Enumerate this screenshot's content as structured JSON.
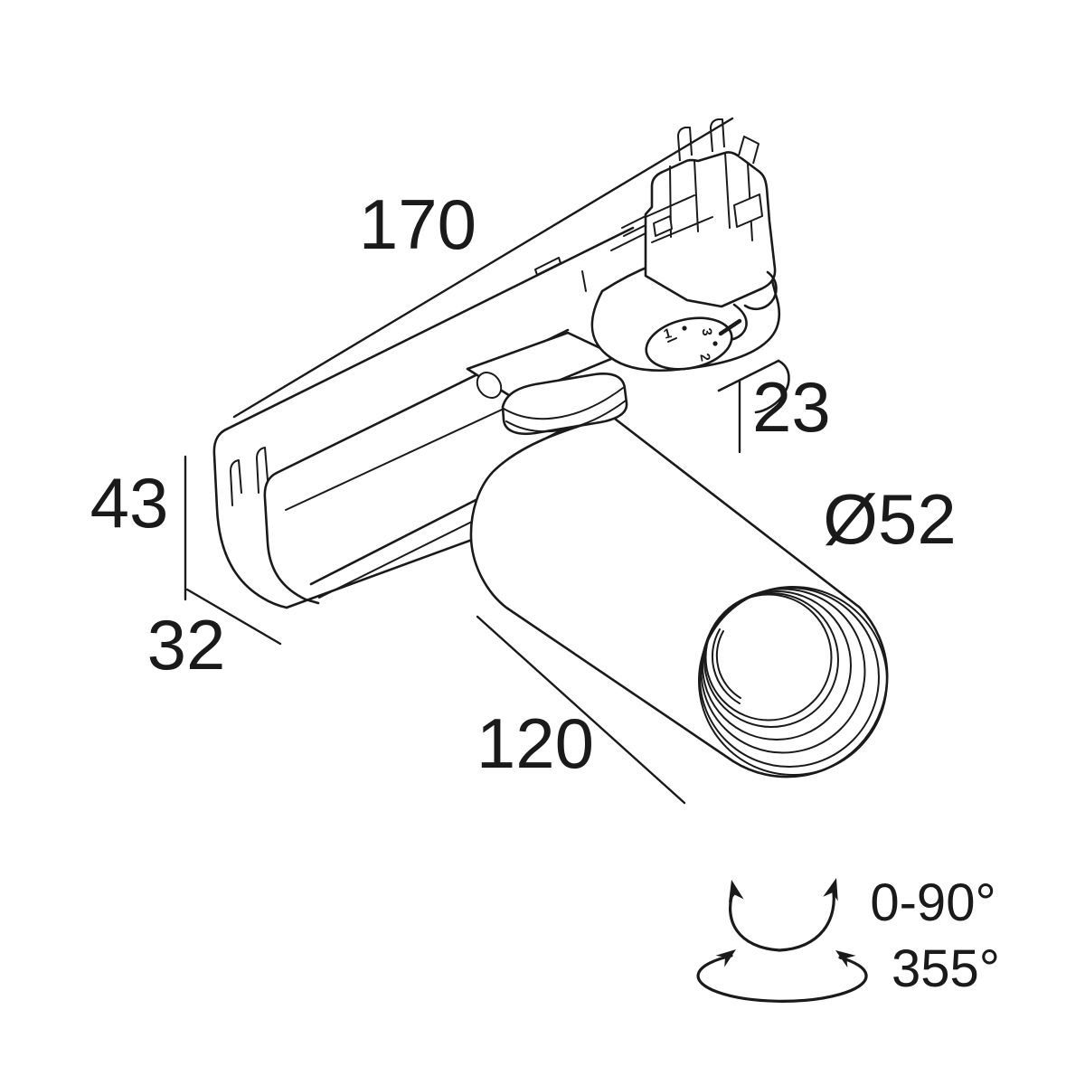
{
  "figure": {
    "type": "technical-dimension-drawing",
    "subject": "track-mounted spotlight luminaire with 3-phase track adapter",
    "background": "#ffffff",
    "line_color": "#1a1a1a"
  },
  "dims": {
    "track_length": "170",
    "housing_height": "43",
    "housing_width": "32",
    "cylinder_length": "120",
    "adapter_height": "23",
    "diameter": "Ø52"
  },
  "rotation": {
    "tilt": "0-90°",
    "pan": "355°"
  },
  "dial": {
    "pos1": "1",
    "pos2": "2",
    "pos3": "3"
  }
}
